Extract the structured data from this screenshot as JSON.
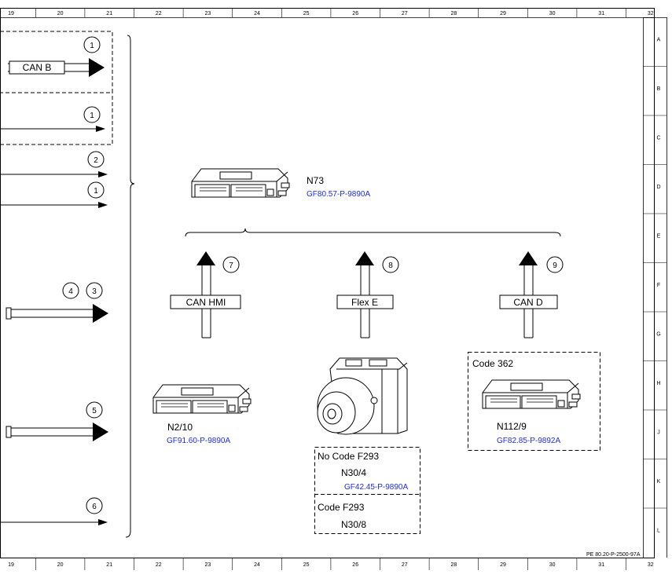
{
  "colors": {
    "ref_link": "#1f2fd0",
    "line": "#000000"
  },
  "ruler": {
    "columns": [
      "19",
      "20",
      "21",
      "22",
      "23",
      "24",
      "25",
      "26",
      "27",
      "28",
      "29",
      "30",
      "31",
      "32"
    ],
    "rows": [
      "A",
      "B",
      "C",
      "D",
      "E",
      "F",
      "G",
      "H",
      "J",
      "K",
      "L"
    ]
  },
  "doc_code": "PE 80.20-P-2500-97A",
  "left_signals": {
    "can_b_label": "CAN B",
    "callouts": [
      "1",
      "1",
      "2",
      "1",
      "4",
      "3",
      "5",
      "6"
    ]
  },
  "top_module": {
    "name": "N73",
    "ref": "GF80.57-P-9890A"
  },
  "buses": [
    {
      "label": "CAN HMI",
      "callout": "7"
    },
    {
      "label": "Flex E",
      "callout": "8"
    },
    {
      "label": "CAN D",
      "callout": "9"
    }
  ],
  "modules": {
    "n2_10": {
      "name": "N2/10",
      "ref": "GF91.60-P-9890A"
    },
    "n30": {
      "variant1_code": "No Code F293",
      "variant1_name": "N30/4",
      "variant1_ref": "GF42.45-P-9890A",
      "variant2_code": "Code F293",
      "variant2_name": "N30/8"
    },
    "n112": {
      "code": "Code 362",
      "name": "N112/9",
      "ref": "GF82.85-P-9892A"
    }
  }
}
